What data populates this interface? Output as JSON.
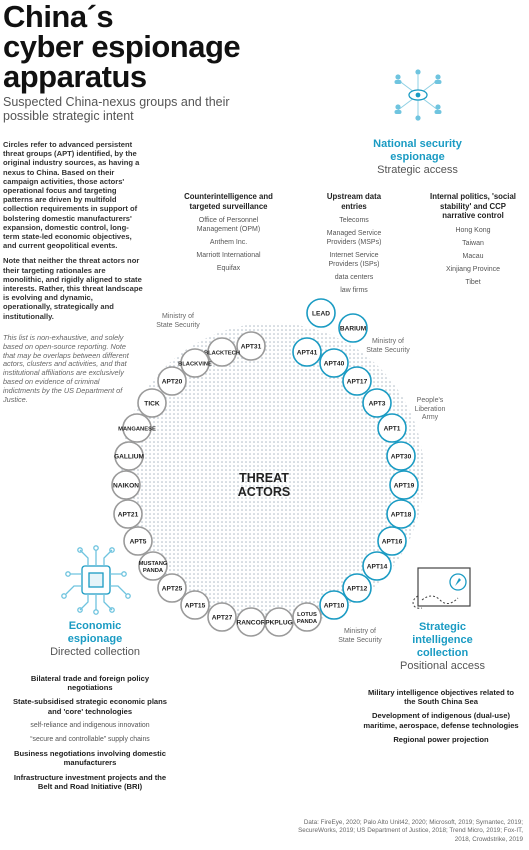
{
  "title_lines": [
    "China´s",
    "cyber espionage",
    "apparatus"
  ],
  "subtitle": "Suspected China-nexus groups and their possible strategic intent",
  "intro": [
    "Circles refer to advanced persistent threat groups (APT) identified, by the original industry sources, as having a nexus to China. Based on their campaign activities, those actors' operational focus and targeting patterns are driven by multifold collection requirements in support of bolstering domestic manufacturers' expansion, domestic control, long-term state-led economic objectives, and current geopolitical events.",
    "Note that neither the threat actors nor their targeting rationales are monolithic, and rigidly aligned to state interests. Rather, this threat landscape is evolving and dynamic, operationally, strategically and institutionally."
  ],
  "note": "This list is non-exhaustive, and solely based on open-source reporting. Note that may be overlaps between different actors, clusters and activities, and that institutional affiliations are exclusively based on evidence of criminal indictments by the US Department of Justice.",
  "national": {
    "title_lines": [
      "National security",
      "espionage"
    ],
    "subtitle": "Strategic access",
    "columns": [
      {
        "heading": "Counterintelligence and targeted surveillance",
        "items": [
          "Office of Personnel Management (OPM)",
          "Anthem Inc.",
          "Marriott International",
          "Equifax"
        ]
      },
      {
        "heading": "Upstream data entries",
        "items": [
          "Telecoms",
          "Managed Service Providers (MSPs)",
          "Internet Service Providers (ISPs)",
          "data centers",
          "law firms"
        ]
      },
      {
        "heading": "Internal politics, 'social stability' and CCP narrative control",
        "items": [
          "Hong Kong",
          "Taiwan",
          "Macau",
          "Xinjiang Province",
          "Tibet"
        ]
      }
    ]
  },
  "economic": {
    "title_lines": [
      "Economic",
      "espionage"
    ],
    "subtitle": "Directed collection",
    "items": [
      {
        "text": "Bilateral trade and foreign policy negotiations",
        "bold": true
      },
      {
        "text": "State-subsidised strategic economic plans and 'core' technologies",
        "bold": true
      },
      {
        "text": "self-reliance and indigenous innovation",
        "bold": false
      },
      {
        "text": "“secure and controllable” supply chains",
        "bold": false
      },
      {
        "text": "Business negotiations involving domestic manufacturers",
        "bold": true
      },
      {
        "text": "Infrastructure investment projects and the Belt and Road Initiative (BRI)",
        "bold": true
      }
    ]
  },
  "strategic": {
    "title_lines": [
      "Strategic",
      "intelligence",
      "collection"
    ],
    "subtitle": "Positional access",
    "items": [
      "Military intelligence objectives related to the South China Sea",
      "Development of indigenous (dual-use) maritime, aerospace, defense technologies",
      "Regional power projection"
    ]
  },
  "center_label": [
    "THREAT",
    "ACTORS"
  ],
  "agencies": [
    {
      "lines": [
        "Ministry of",
        "State Security"
      ]
    },
    {
      "lines": [
        "Ministry of",
        "State Security"
      ]
    },
    {
      "lines": [
        "People's",
        "Liberation",
        "Army"
      ]
    },
    {
      "lines": [
        "Ministry of",
        "State Security"
      ]
    }
  ],
  "groups_mss_main": [
    "APT31",
    "BLACKTECH",
    "BLACKVINE",
    "APT20",
    "TICK",
    "MANGANESE",
    "GALLIUM",
    "NAIKON",
    "APT21",
    "APT5",
    "MUSTANG PANDA",
    "APT25",
    "APT15",
    "APT27",
    "RANCOR",
    "PKPLUG",
    "LOTUS PANDA"
  ],
  "groups_mss_top": [
    "LEAD",
    "BARIUM",
    "APT41"
  ],
  "groups_mss_right": [
    "APT40",
    "APT17"
  ],
  "groups_pla": [
    "APT3",
    "APT1",
    "APT30",
    "APT19",
    "APT18",
    "APT16",
    "APT14",
    "APT12"
  ],
  "groups_mss_bottom": [
    "APT10"
  ],
  "source": "Data: FireEye, 2020; Palo Alto Unit42, 2020; Microsoft, 2019; Symantec, 2019; SecureWorks, 2019; US Department of Justice, 2018; Trend Micro, 2019; Fox-IT, 2018, Crowdstrike, 2019",
  "colors": {
    "accent": "#1a9bc3",
    "circle_gray": "#9a9a9a",
    "dots": "#a8b4c0"
  }
}
